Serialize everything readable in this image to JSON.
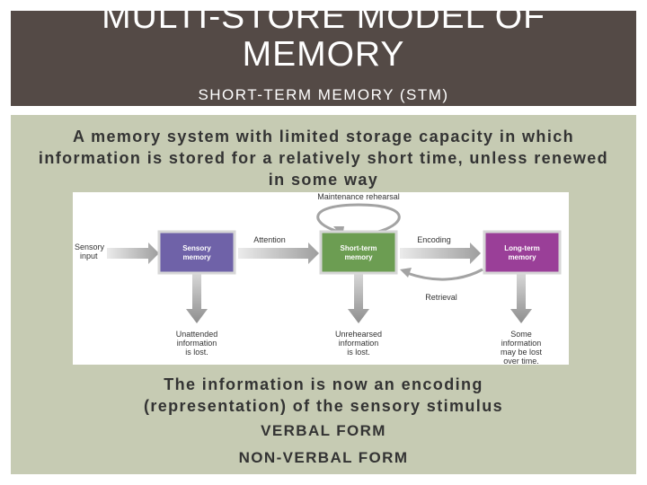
{
  "header": {
    "title_line1": "MULTI-STORE MODEL OF",
    "title_line2": "MEMORY",
    "subtitle": "SHORT-TERM MEMORY (STM)"
  },
  "definition": "A memory system with limited storage capacity in which information is stored for a relatively short time, unless renewed in some way",
  "diagram": {
    "input_line1": "Sensory",
    "input_line2": "input",
    "sensory_line1": "Sensory",
    "sensory_line2": "memory",
    "stm_line1": "Short-term",
    "stm_line2": "memory",
    "ltm_line1": "Long-term",
    "ltm_line2": "memory",
    "attention": "Attention",
    "encoding": "Encoding",
    "retrieval": "Retrieval",
    "rehearsal": "Maintenance rehearsal",
    "lost1_line1": "Unattended",
    "lost1_line2": "information",
    "lost1_line3": "is lost.",
    "lost2_line1": "Unrehearsed",
    "lost2_line2": "information",
    "lost2_line3": "is lost.",
    "lost3_line1": "Some",
    "lost3_line2": "information",
    "lost3_line3": "may be lost",
    "lost3_line4": "over time.",
    "colors": {
      "sensory": "#6f62a8",
      "stm": "#6c9d52",
      "ltm": "#9a3f98",
      "arrow": "#a3a3a3"
    }
  },
  "bottom": {
    "encoding_line1": "The information is now an encoding",
    "encoding_line2": "(representation) of the sensory stimulus",
    "form1": "VERBAL FORM",
    "form2": "NON-VERBAL FORM"
  }
}
